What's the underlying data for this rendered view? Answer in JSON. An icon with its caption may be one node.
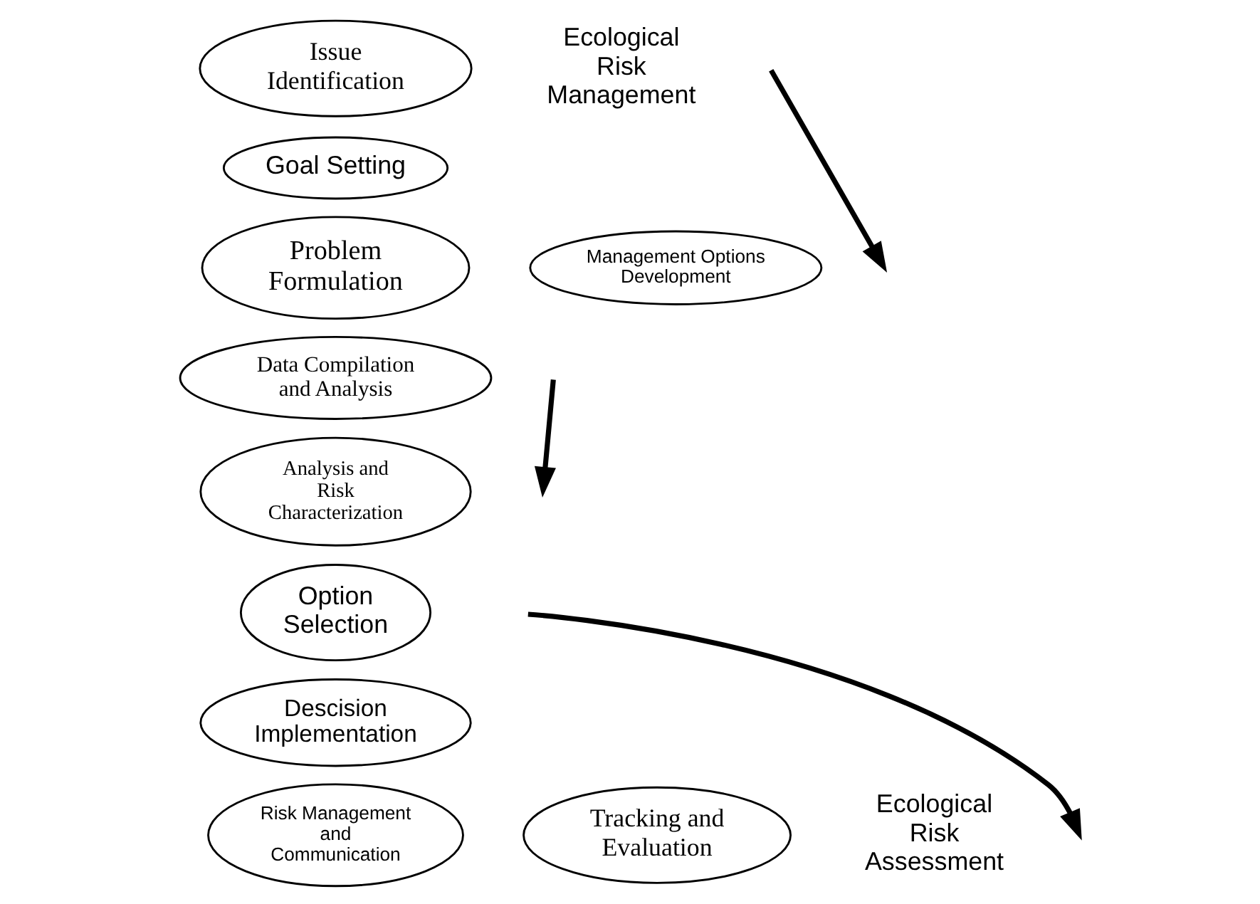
{
  "diagram": {
    "nodes": [
      {
        "text": [
          "Issue Identification"
        ]
      },
      {
        "text": [
          "Goal Setting"
        ]
      },
      {
        "text": [
          "Problem Formulation"
        ]
      },
      {
        "text": [
          "Management Options Development"
        ]
      },
      {
        "text": [
          "Data Compilation and Analysis"
        ]
      },
      {
        "text": [
          "Analysis and Risk Characterization"
        ]
      },
      {
        "text": [
          "Option Selection"
        ]
      },
      {
        "text": [
          "Descision Implementation"
        ]
      },
      {
        "text": [
          "Risk Management and Communication"
        ]
      },
      {
        "text": [
          "Tracking and Evaluation"
        ]
      }
    ],
    "edges": [],
    "labels": [
      "Ecological Risk Management",
      "Ecological Risk Assessment"
    ]
  }
}
